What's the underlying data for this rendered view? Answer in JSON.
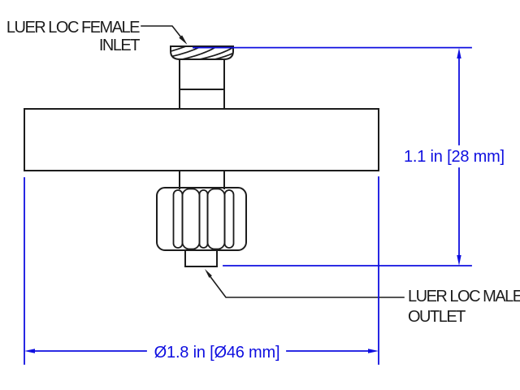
{
  "drawing": {
    "inlet_label": {
      "line1": "LUER LOC FEMALE",
      "line2": "INLET"
    },
    "outlet_label": {
      "line1": "LUER LOC MALE",
      "line2": "OUTLET"
    },
    "height_dimension": "1.1 in [28 mm]",
    "diameter_dimension": "Ø1.8 in [Ø46 mm]"
  },
  "colors": {
    "drawing": "#1c1c1c",
    "dimension": "#0f0fe0",
    "background": "#ffffff"
  }
}
